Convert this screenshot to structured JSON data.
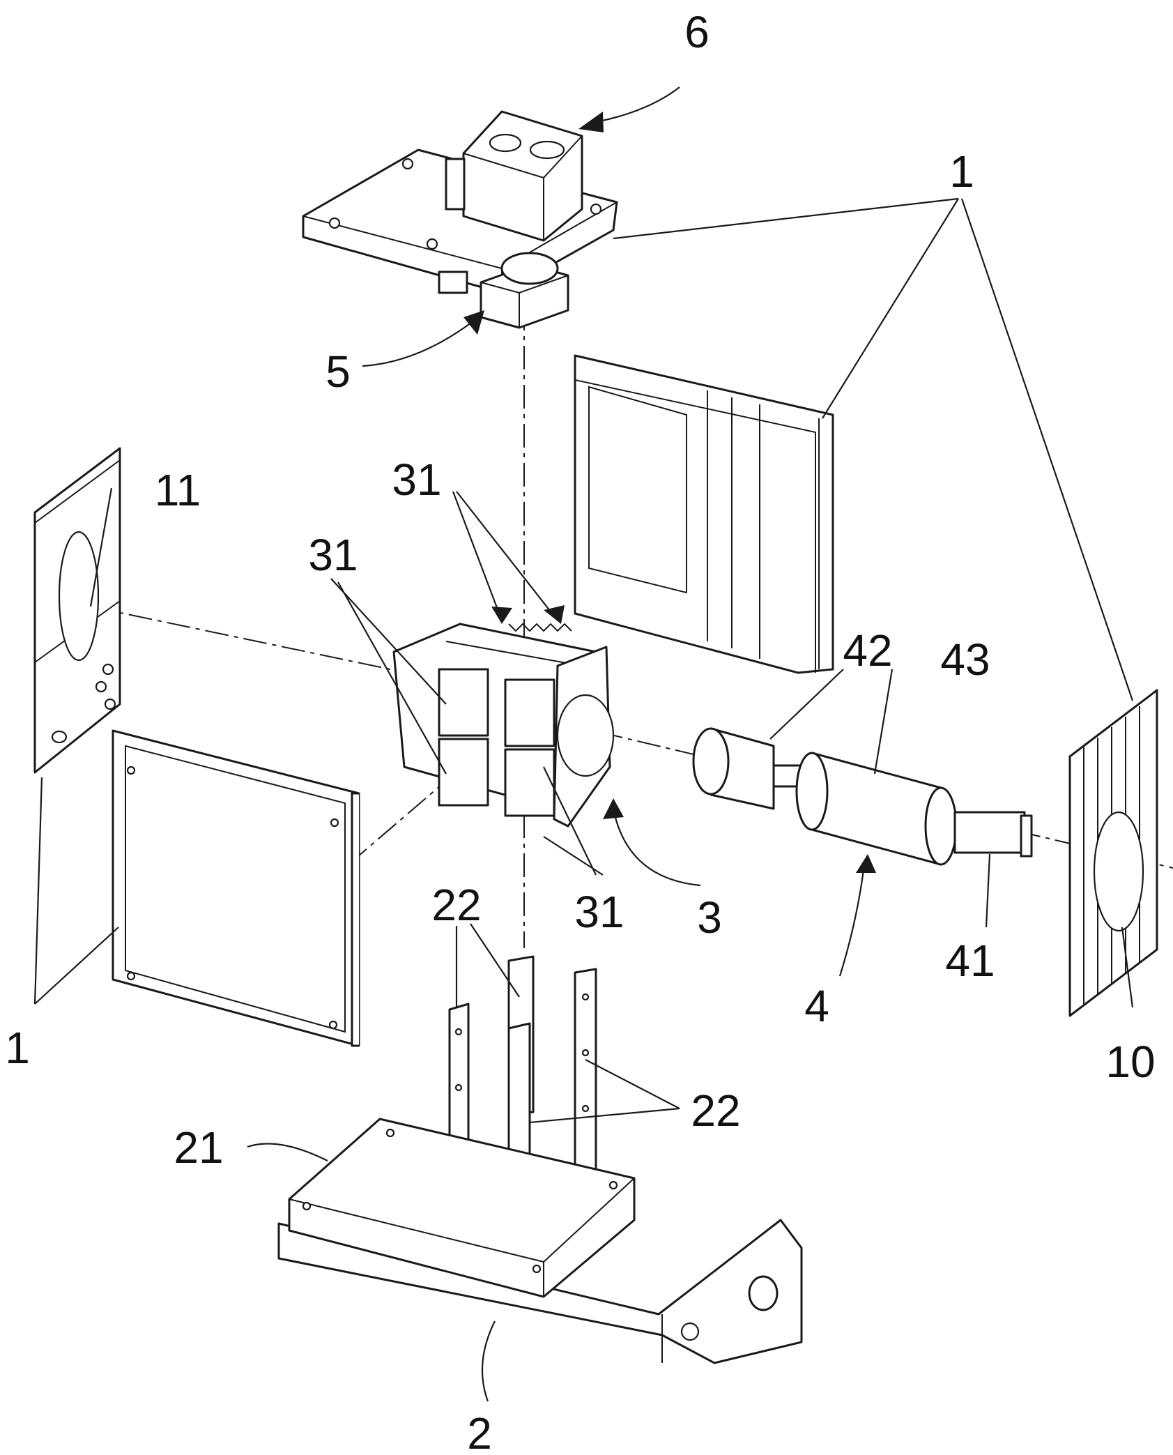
{
  "labels": {
    "ref_6": "6",
    "ref_5": "5",
    "ref_1_top": "1",
    "ref_1_bottom_left": "1",
    "ref_11": "11",
    "ref_31_top": "31",
    "ref_31_left": "31",
    "ref_31_bottom": "31",
    "ref_3": "3",
    "ref_42": "42",
    "ref_43": "43",
    "ref_41": "41",
    "ref_4": "4",
    "ref_10": "10",
    "ref_22_upper": "22",
    "ref_22_right": "22",
    "ref_21": "21",
    "ref_2": "2"
  },
  "colors": {
    "line": "#1a1a1a",
    "background": "#ffffff"
  }
}
